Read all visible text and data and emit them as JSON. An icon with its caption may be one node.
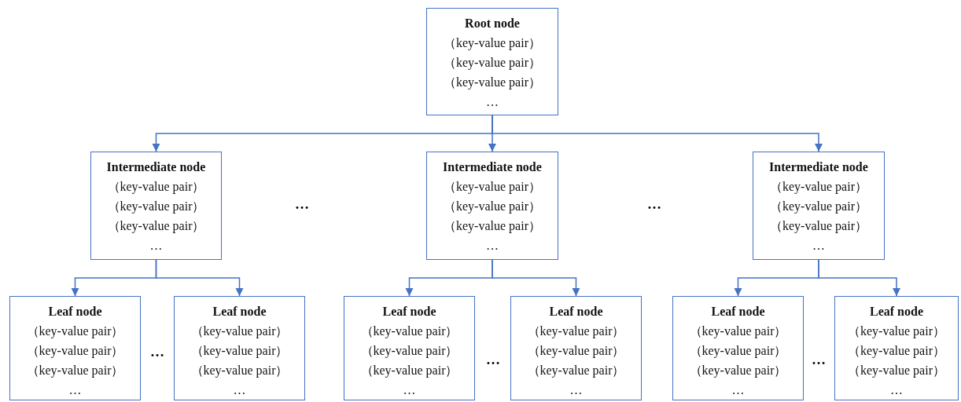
{
  "diagram": {
    "nodes": [
      {
        "text": [
          "Root node",
          "（key-value pair）",
          "（key-value pair）",
          "（key-value pair）",
          "…"
        ]
      },
      {
        "text": [
          "Intermediate node",
          "（key-value pair）",
          "（key-value pair）",
          "（key-value pair）",
          "…"
        ]
      },
      {
        "text": [
          "Intermediate node",
          "（key-value pair）",
          "（key-value pair）",
          "（key-value pair）",
          "…"
        ]
      },
      {
        "text": [
          "Intermediate node",
          "（key-value pair）",
          "（key-value pair）",
          "（key-value pair）",
          "…"
        ]
      },
      {
        "text": [
          "Leaf node",
          "（key-value pair）",
          "（key-value pair）",
          "（key-value pair）",
          "…"
        ]
      },
      {
        "text": [
          "Leaf node",
          "（key-value pair）",
          "（key-value pair）",
          "（key-value pair）",
          "…"
        ]
      },
      {
        "text": [
          "Leaf node",
          "（key-value pair）",
          "（key-value pair）",
          "（key-value pair）",
          "…"
        ]
      },
      {
        "text": [
          "Leaf node",
          "（key-value pair）",
          "（key-value pair）",
          "（key-value pair）",
          "…"
        ]
      },
      {
        "text": [
          "Leaf node",
          "（key-value pair）",
          "（key-value pair）",
          "（key-value pair）",
          "…"
        ]
      },
      {
        "text": [
          "Leaf node",
          "（key-value pair）",
          "（key-value pair）",
          "（key-value pair）",
          "…"
        ]
      }
    ],
    "edges": [
      {
        "from": 0,
        "to": 1,
        "arrow": "to"
      },
      {
        "from": 0,
        "to": 2,
        "arrow": "to"
      },
      {
        "from": 0,
        "to": 3,
        "arrow": "to"
      },
      {
        "from": 1,
        "to": 4,
        "arrow": "to"
      },
      {
        "from": 1,
        "to": 5,
        "arrow": "to"
      },
      {
        "from": 2,
        "to": 6,
        "arrow": "to"
      },
      {
        "from": 2,
        "to": 7,
        "arrow": "to"
      },
      {
        "from": 3,
        "to": 8,
        "arrow": "to"
      },
      {
        "from": 3,
        "to": 9,
        "arrow": "to"
      }
    ],
    "labels": [
      "…",
      "…",
      "…",
      "…",
      "…"
    ]
  }
}
